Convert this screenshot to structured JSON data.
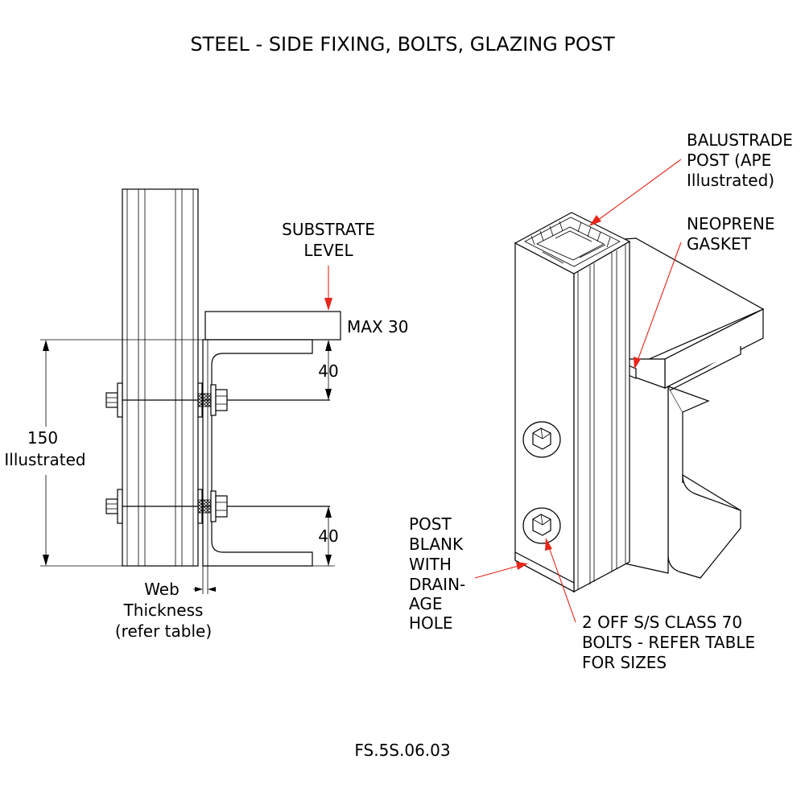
{
  "title": "STEEL - SIDE FIXING, BOLTS, GLAZING POST",
  "drawing_code": "FS.5S.06.03",
  "section_view": {
    "substrate_level": [
      "SUBSTRATE",
      "LEVEL"
    ],
    "max_thickness": "MAX 30",
    "top_edge_dim": "40",
    "bottom_edge_dim": "40",
    "overall_height": [
      "150",
      "Illustrated"
    ],
    "web_thickness": [
      "Web",
      "Thickness",
      "(refer table)"
    ]
  },
  "iso_view": {
    "post_label": [
      "BALUSTRADE",
      "POST (APE",
      "Illustrated)"
    ],
    "gasket_label": [
      "NEOPRENE",
      "GASKET"
    ],
    "blank_label": [
      "POST",
      "BLANK",
      "WITH",
      "DRAIN-",
      "AGE",
      "HOLE"
    ],
    "bolts_label": [
      "2 OFF S/S CLASS 70",
      "BOLTS - REFER TABLE",
      "FOR SIZES"
    ]
  },
  "colors": {
    "leader": "#e8261a",
    "line": "#000000",
    "background": "#ffffff"
  }
}
